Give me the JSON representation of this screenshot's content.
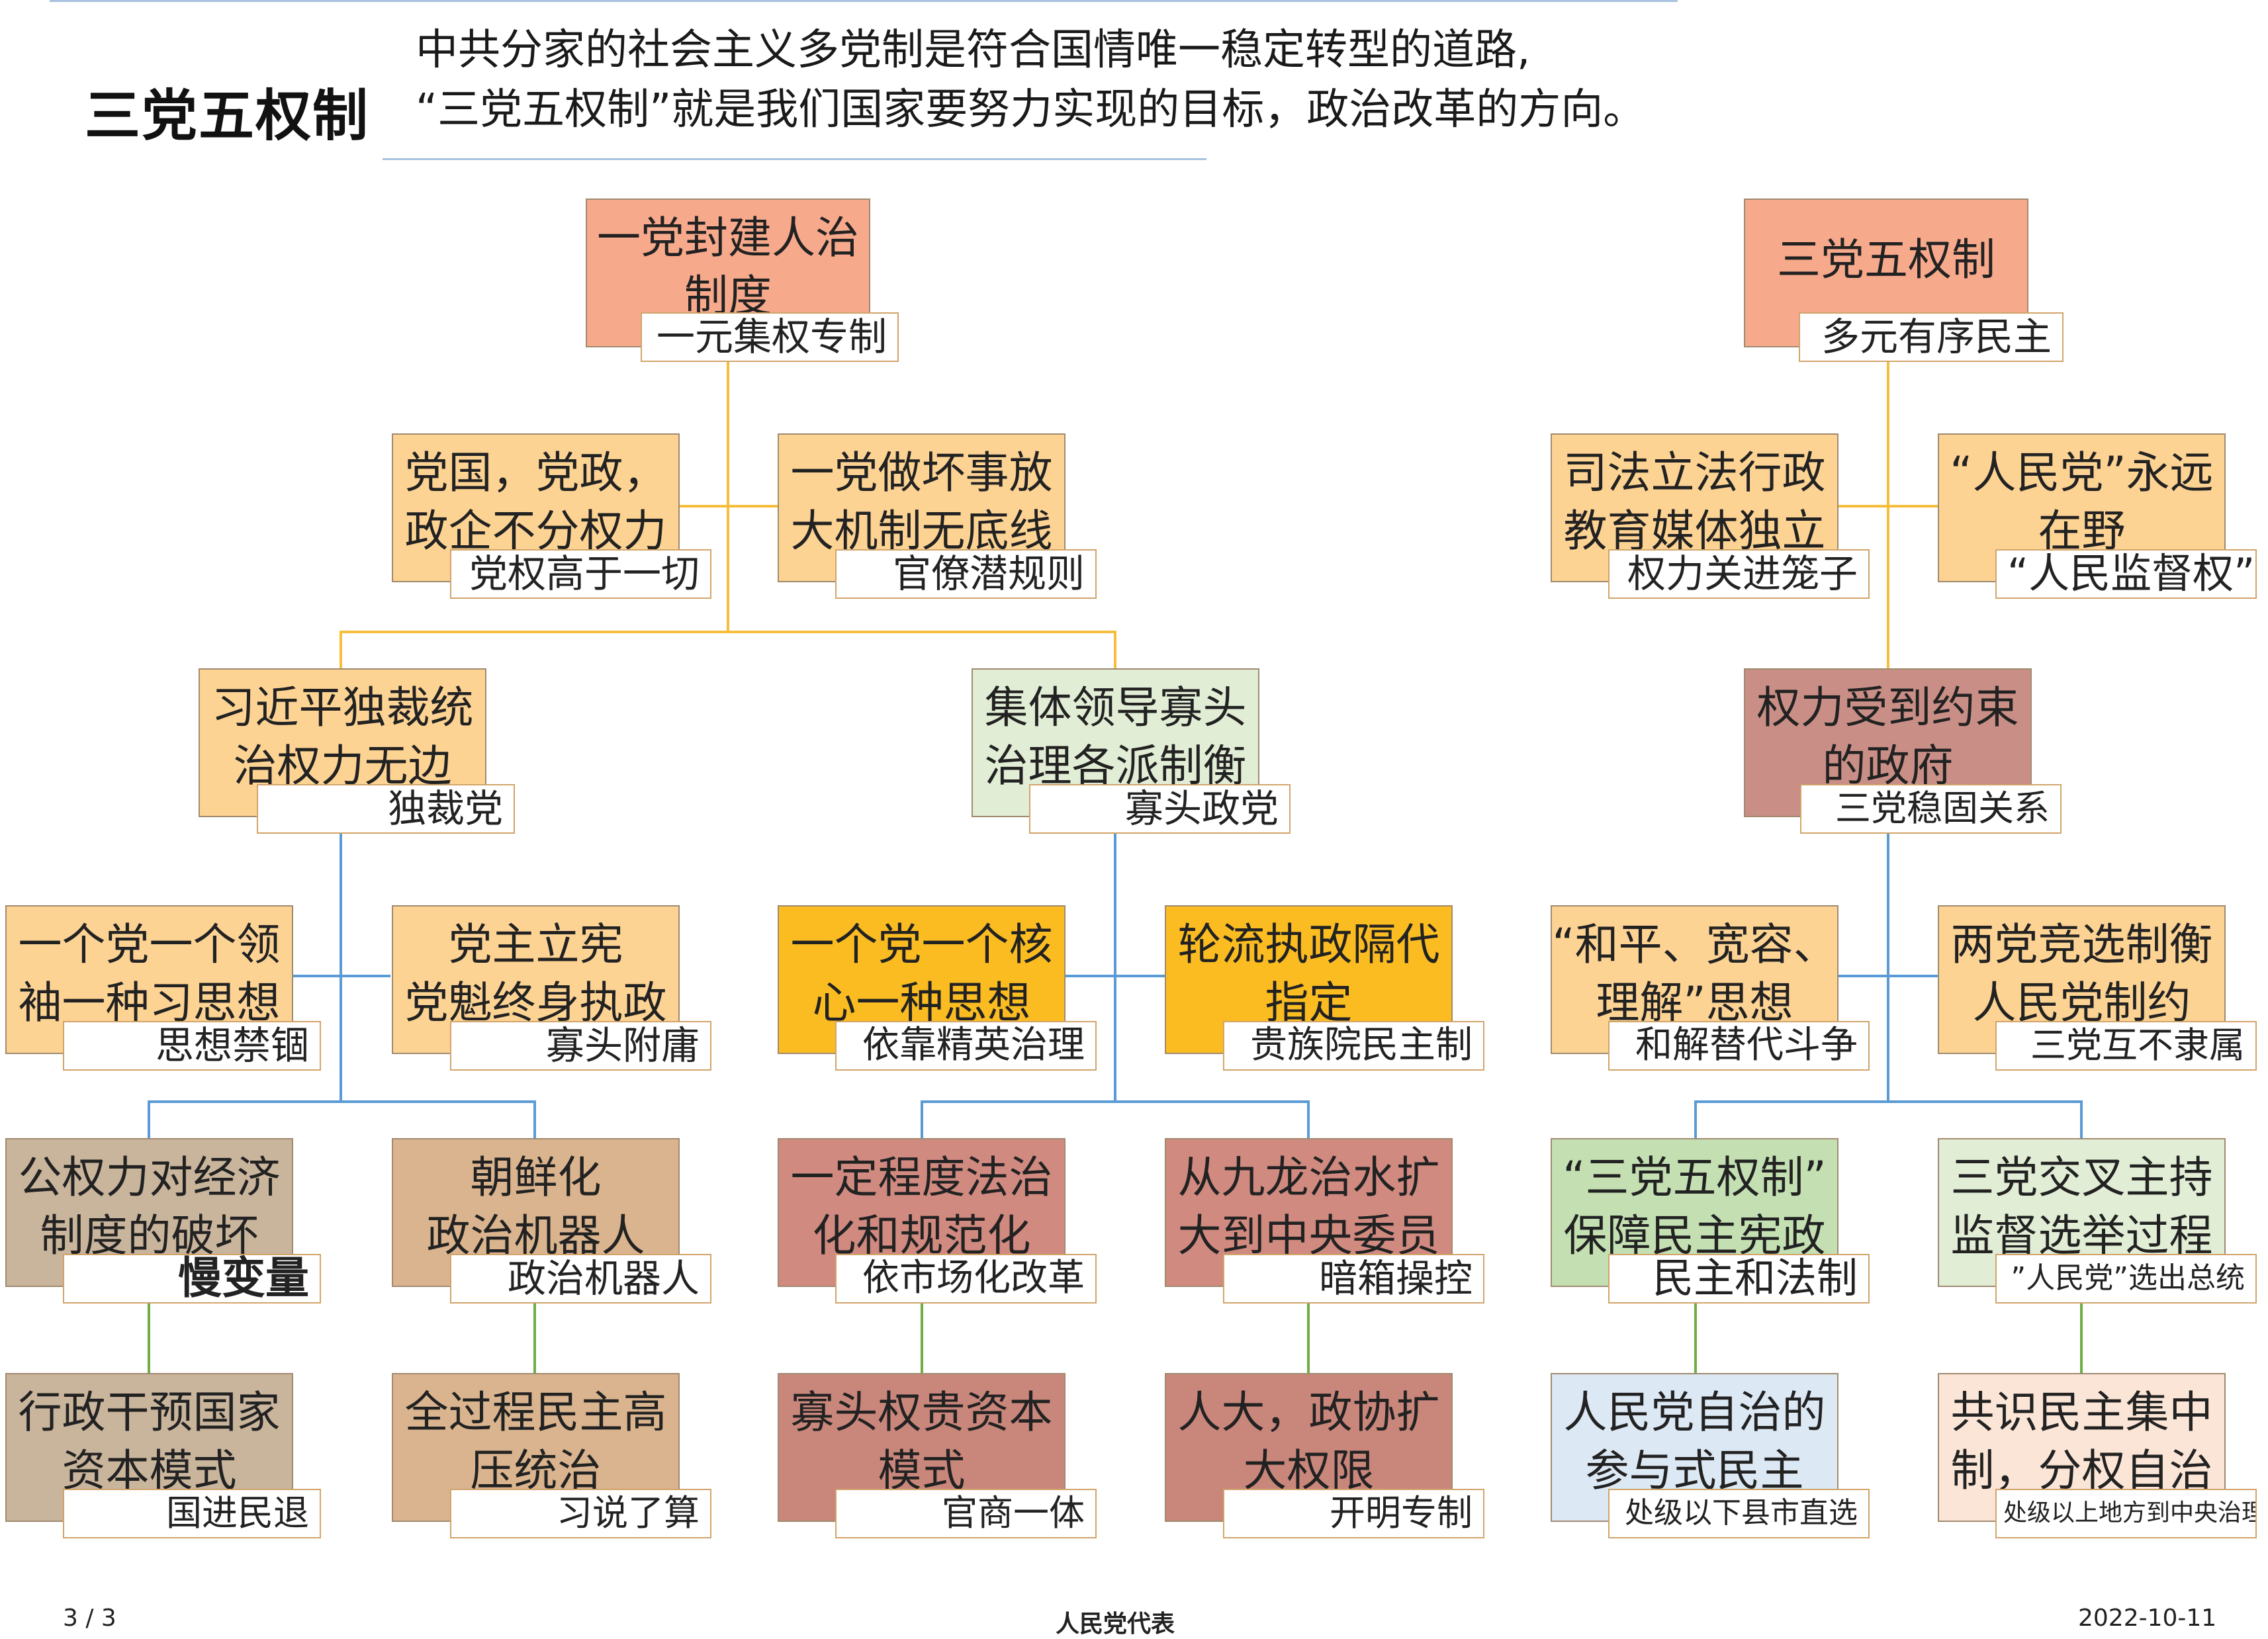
{
  "header": {
    "title": "三党五权制",
    "subtitle_line1": "中共分家的社会主义多党制是符合国情唯一稳定转型的道路,",
    "subtitle_line2": "“三党五权制”就是我们国家要努力实现的目标，政治改革的方向。"
  },
  "colors": {
    "salmon": "#f7a98c",
    "light_orange": "#fdd394",
    "orange": "#fbbc22",
    "pale_green": "#e2edd5",
    "tan": "#c9b49c",
    "brown_tan": "#d9b48e",
    "rose": "#d08a80",
    "dusty_red": "#c9867b",
    "mint": "#c4e0b3",
    "pale_blue": "#dce8f3",
    "cream": "#fbe5d6",
    "line_orange": "#f6be3c",
    "line_blue": "#5b9bd5",
    "line_green": "#70ad47"
  },
  "nodes": {
    "one_party": {
      "title": "一党封建人治制度",
      "tag": "一元集权专制"
    },
    "party_state": {
      "title": "党国，党政，政企不分权力",
      "tag": "党权高于一切"
    },
    "no_bottom_line": {
      "title": "一党做坏事放大机制无底线",
      "tag": "官僚潜规则"
    },
    "xi_dictator": {
      "title": "习近平独裁统治权力无边",
      "tag": "独裁党"
    },
    "collective": {
      "title": "集体领导寡头治理各派制衡",
      "tag": "寡头政党"
    },
    "one_leader": {
      "title": "一个党一个领袖一种习思想",
      "tag": "思想禁锢"
    },
    "party_constitution": {
      "title": "党主立宪党魁终身执政",
      "tag": "寡头附庸"
    },
    "one_core": {
      "title": "一个党一个核心一种思想",
      "tag": "依靠精英治理"
    },
    "rotation": {
      "title": "轮流执政隔代指定",
      "tag": "贵族院民主制"
    },
    "economy_damage": {
      "title": "公权力对经济制度的破坏",
      "tag": "慢变量"
    },
    "korea": {
      "title": "朝鲜化政治机器人",
      "tag": "政治机器人"
    },
    "rule_of_law": {
      "title": "一定程度法治化和规范化",
      "tag": "依市场化改革"
    },
    "kowloon": {
      "title": "从九龙治水扩大到中央委员",
      "tag": "暗箱操控"
    },
    "state_capital": {
      "title": "行政干预国家资本模式",
      "tag": "国进民退"
    },
    "whole_process": {
      "title": "全过程民主高压统治",
      "tag": "习说了算"
    },
    "oligarch_capital": {
      "title": "寡头权贵资本模式",
      "tag": "官商一体"
    },
    "npc_expand": {
      "title": "人大，政协扩大权限",
      "tag": "开明专制"
    },
    "three_party": {
      "title": "三党五权制",
      "tag": "多元有序民主"
    },
    "independence": {
      "title": "司法立法行政教育媒体独立",
      "tag": "权力关进笼子"
    },
    "peoples_party": {
      "title": "“人民党”永远在野",
      "tag": "“人民监督权”"
    },
    "constrained": {
      "title": "权力受到约束的政府",
      "tag": "三党稳固关系"
    },
    "peace": {
      "title": "“和平、宽容、理解”思想",
      "tag": "和解替代斗争"
    },
    "two_party": {
      "title": "两党竞选制衡人民党制约",
      "tag": "三党互不隶属"
    },
    "guarantee": {
      "title": "“三党五权制”保障民主宪政",
      "tag": "民主和法制"
    },
    "cross_host": {
      "title": "三党交叉主持监督选举过程",
      "tag": "”人民党”选出总统"
    },
    "self_gov": {
      "title": "人民党自治的参与式民主",
      "tag": "处级以下县市直选"
    },
    "consensus": {
      "title": "共识民主集中制，分权自治",
      "tag": "处级以上地方到中央治理"
    }
  },
  "footer": {
    "page": "3 / 3",
    "center": "人民党代表",
    "date": "2022-10-11"
  }
}
